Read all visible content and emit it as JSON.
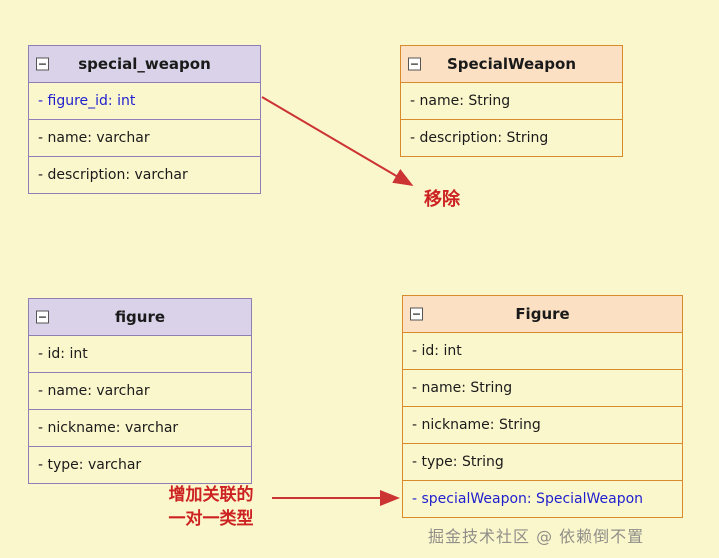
{
  "colors": {
    "background": "#fbf7cd",
    "purple_border": "#8f7fb5",
    "purple_header_bg": "#d9d2e9",
    "orange_border": "#d98a2b",
    "orange_header_bg": "#fbe0c3",
    "field_highlight_blue": "#1f1fcf",
    "annotation_red": "#cc2222",
    "arrow_red": "#cc3333"
  },
  "icons": {
    "collapse": "−"
  },
  "tables": [
    {
      "title": "special_weapon",
      "rows": [
        {
          "text": "- figure_id: int"
        },
        {
          "text": "- name: varchar"
        },
        {
          "text": "- description: varchar"
        }
      ]
    },
    {
      "title": "SpecialWeapon",
      "rows": [
        {
          "text": "- name: String"
        },
        {
          "text": "- description: String"
        }
      ]
    },
    {
      "title": "figure",
      "rows": [
        {
          "text": "- id: int"
        },
        {
          "text": "- name: varchar"
        },
        {
          "text": "- nickname: varchar"
        },
        {
          "text": "- type: varchar"
        }
      ]
    },
    {
      "title": "Figure",
      "rows": [
        {
          "text": "- id: int"
        },
        {
          "text": "- name: String"
        },
        {
          "text": "- nickname: String"
        },
        {
          "text": "- type: String"
        },
        {
          "text": "- specialWeapon: SpecialWeapon"
        }
      ]
    }
  ],
  "annotations": {
    "remove": "移除",
    "add_line1": "增加关联的",
    "add_line2": "一对一类型"
  },
  "watermark": "掘金技术社区 @ 依赖倒不置"
}
